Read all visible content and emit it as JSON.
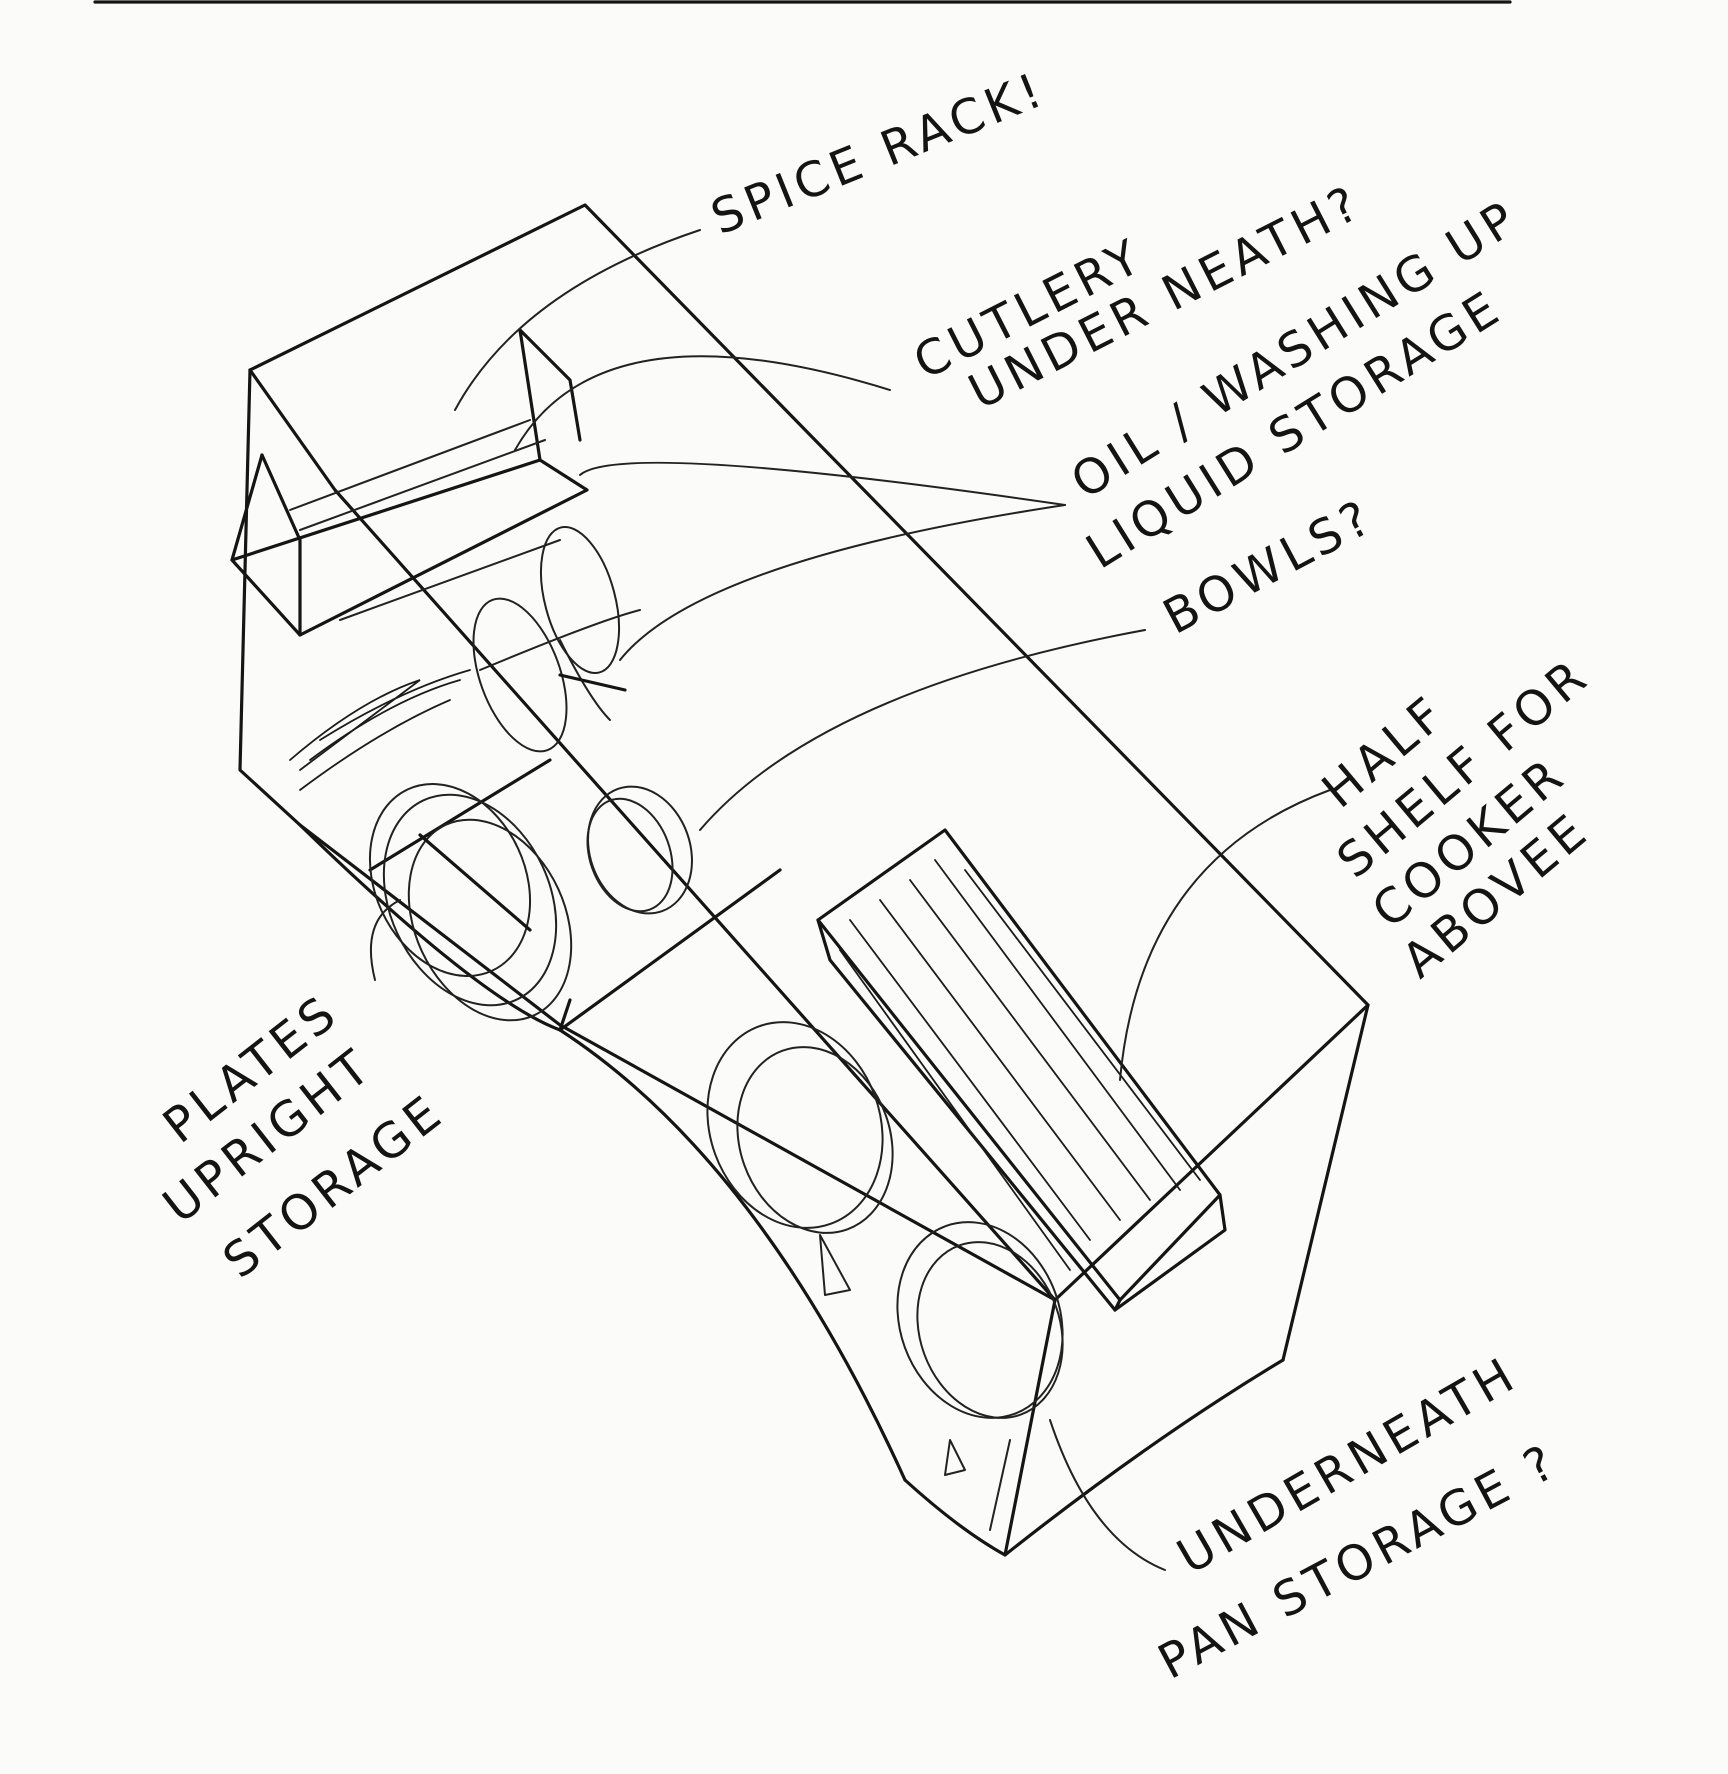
{
  "annotations": {
    "spice_rack": "SPICE RACK!",
    "cutlery_line1": "CUTLERY",
    "cutlery_line2": "UNDER NEATH?",
    "oil_line1": "OIL / WASHING UP",
    "oil_line2": "LIQUID STORAGE",
    "bowls": "BOWLS?",
    "half_shelf_line1": "HALF",
    "half_shelf_line2": "SHELF FOR",
    "half_shelf_line3": "COOKER",
    "half_shelf_line4": "ABOVEE",
    "plates_line1": "PLATES",
    "plates_line2": "UPRIGHT",
    "plates_line3": "STORAGE",
    "underneath_line1": "UNDERNEATH",
    "underneath_line2": "PAN STORAGE ?"
  },
  "colors": {
    "ink": "#151515",
    "paper": "#fbfbfa"
  }
}
